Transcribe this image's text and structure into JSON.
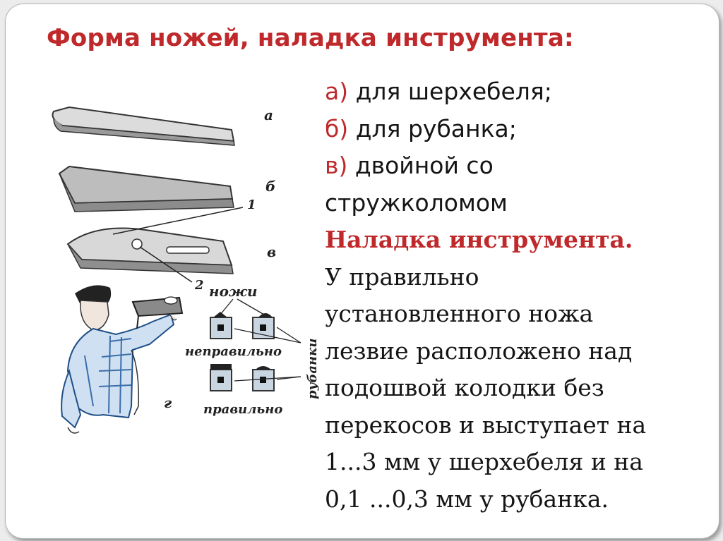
{
  "slide": {
    "title": "Форма ножей, наладка инструмента:"
  },
  "figure": {
    "labels": {
      "a": "а",
      "b": "б",
      "v": "в",
      "g": "г",
      "num1": "1",
      "num2": "2",
      "knives": "ножи",
      "incorrect": "неправильно",
      "correct": "правильно",
      "planes": "рубанки"
    }
  },
  "body": {
    "items": [
      {
        "marker": "а)",
        "text": " для шерхебеля;"
      },
      {
        "marker": "б)",
        "text": " для рубанка;"
      },
      {
        "marker": "в)",
        "text": " двойной со"
      }
    ],
    "item_c_cont": "стружколомом",
    "heading": "Наладка инструмента.",
    "paragraph_lines": [
      "У правильно",
      "установленного ножа",
      "лезвие расположено над",
      "подошвой колодки без",
      "перекосов и выступает на",
      "1...3 мм у шерхебеля и на",
      "0,1 ...0,3 мм у рубанка."
    ]
  }
}
